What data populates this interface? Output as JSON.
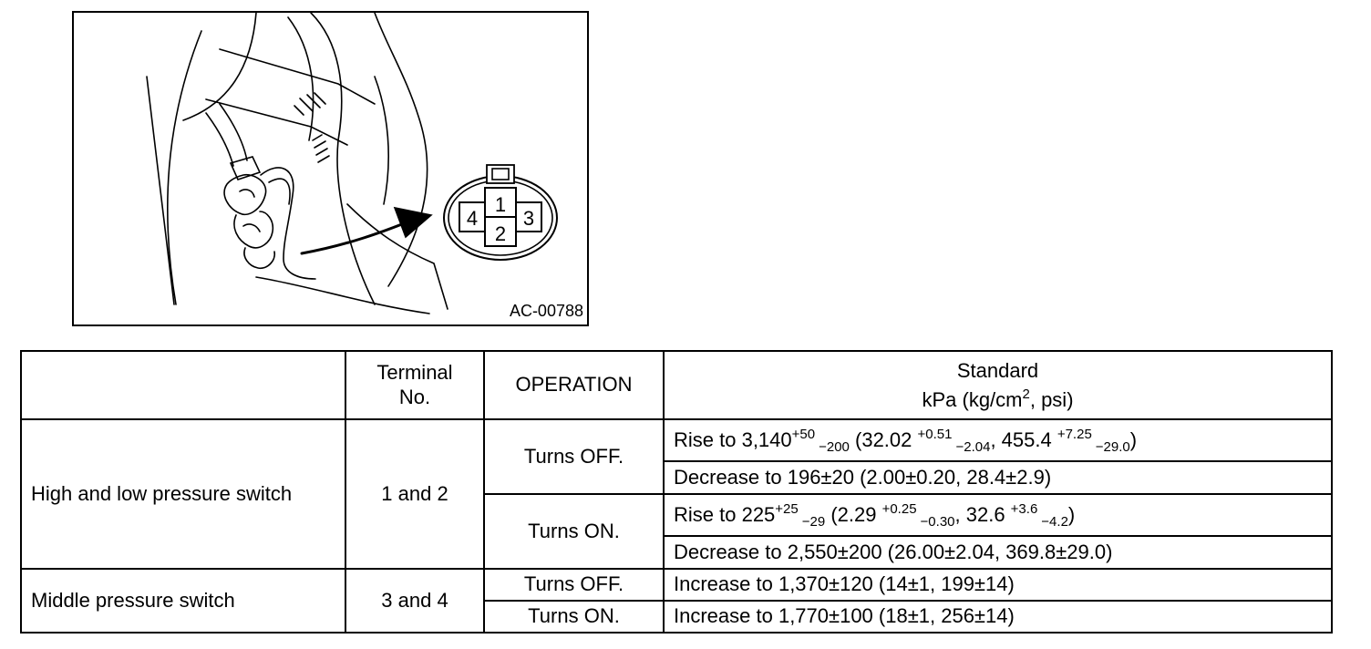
{
  "figure": {
    "code": "AC-00788",
    "connector_pins": [
      "1",
      "2",
      "3",
      "4"
    ]
  },
  "table": {
    "headers": {
      "component": "",
      "terminal_line1": "Terminal",
      "terminal_line2": "No.",
      "operation": "OPERATION",
      "standard_line1": "Standard",
      "standard_unit_pre": "kPa (kg/cm",
      "standard_unit_sup": "2",
      "standard_unit_post": ", psi)"
    },
    "rows": [
      {
        "component": "High and low pressure switch",
        "terminal": "1 and 2",
        "operations": [
          {
            "label": "Turns OFF.",
            "standards": [
              {
                "pre": "Rise to 3,140",
                "s1_sup": "+50",
                "s1_sub": "−200",
                "mid1": " (32.02 ",
                "s2_sup": "+0.51",
                "s2_sub": "−2.04",
                "mid2": ", 455.4 ",
                "s3_sup": "+7.25",
                "s3_sub": "−29.0",
                "post": ")"
              },
              {
                "text": "Decrease to 196±20 (2.00±0.20, 28.4±2.9)"
              }
            ]
          },
          {
            "label": "Turns ON.",
            "standards": [
              {
                "pre": "Rise to 225",
                "s1_sup": "+25",
                "s1_sub": "−29",
                "mid1": " (2.29 ",
                "s2_sup": "+0.25",
                "s2_sub": "−0.30",
                "mid2": ", 32.6 ",
                "s3_sup": "+3.6",
                "s3_sub": "−4.2",
                "post": ")"
              },
              {
                "text": "Decrease to 2,550±200 (26.00±2.04, 369.8±29.0)"
              }
            ]
          }
        ]
      },
      {
        "component": "Middle pressure switch",
        "terminal": "3 and 4",
        "operations": [
          {
            "label": "Turns OFF.",
            "standards": [
              {
                "text": "Increase to 1,370±120 (14±1, 199±14)"
              }
            ]
          },
          {
            "label": "Turns ON.",
            "standards": [
              {
                "text": "Increase to 1,770±100 (18±1, 256±14)"
              }
            ]
          }
        ]
      }
    ]
  }
}
